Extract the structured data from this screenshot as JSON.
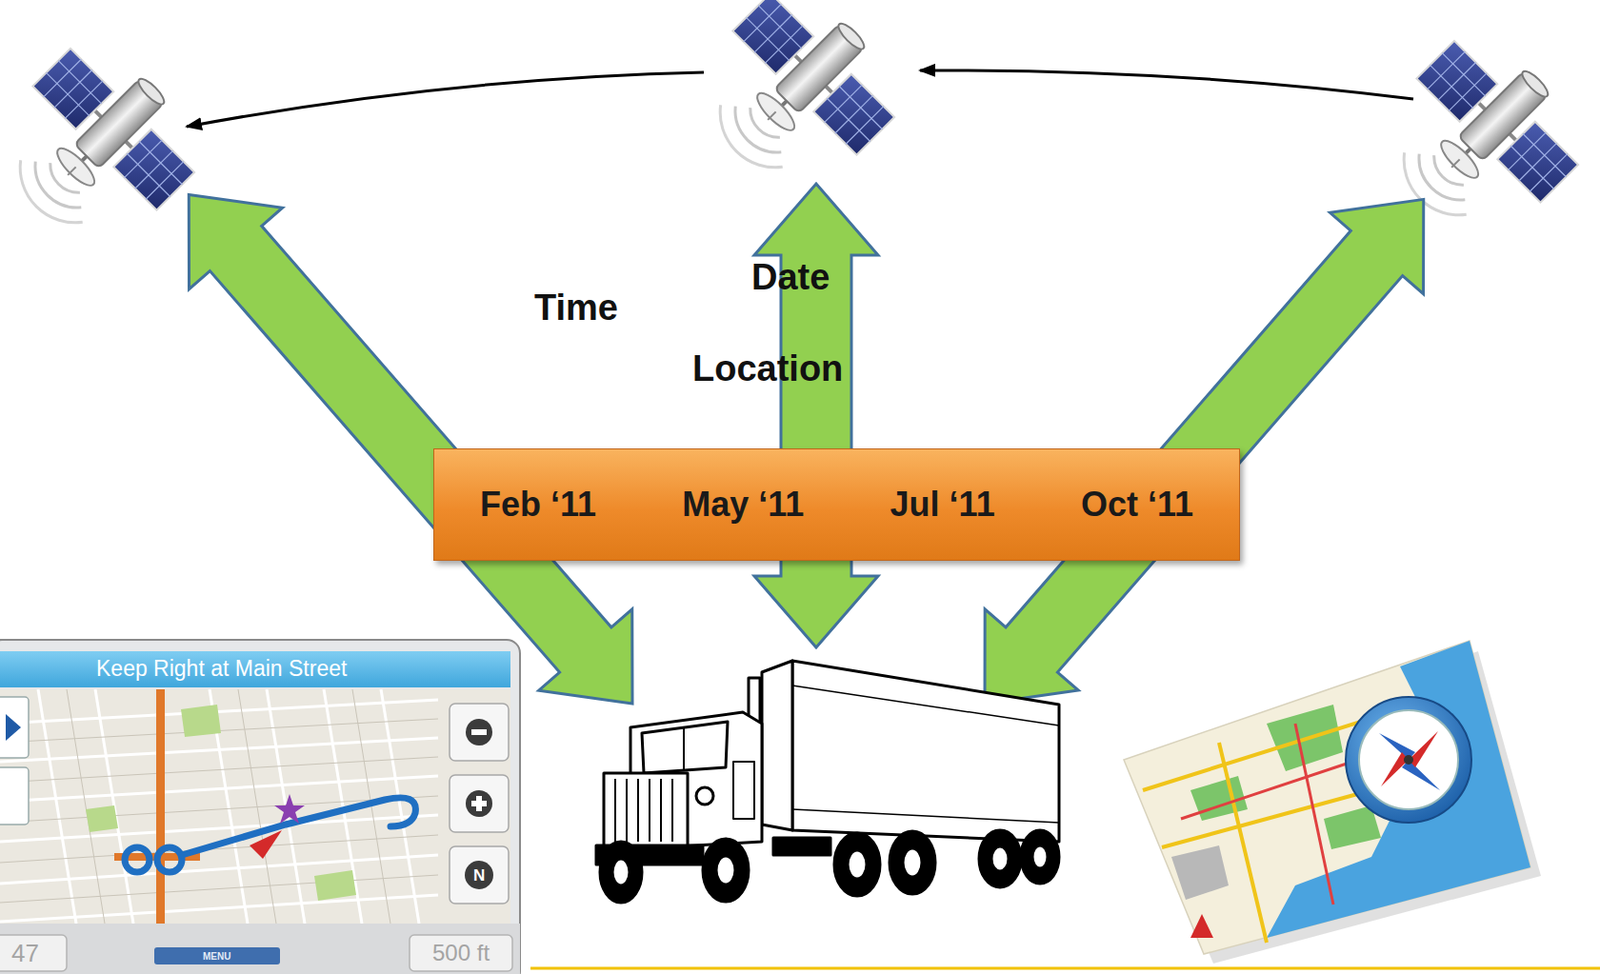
{
  "diagram": {
    "nodes": [
      {
        "text": [
          "Feb ‘11",
          "May ‘11",
          "Jul ‘11",
          "Oct ‘11"
        ]
      }
    ],
    "labels": [
      "Time",
      "Date",
      "Location",
      "Keep Right at Main Street",
      "N",
      "47",
      "MENU",
      "500 ft"
    ]
  }
}
